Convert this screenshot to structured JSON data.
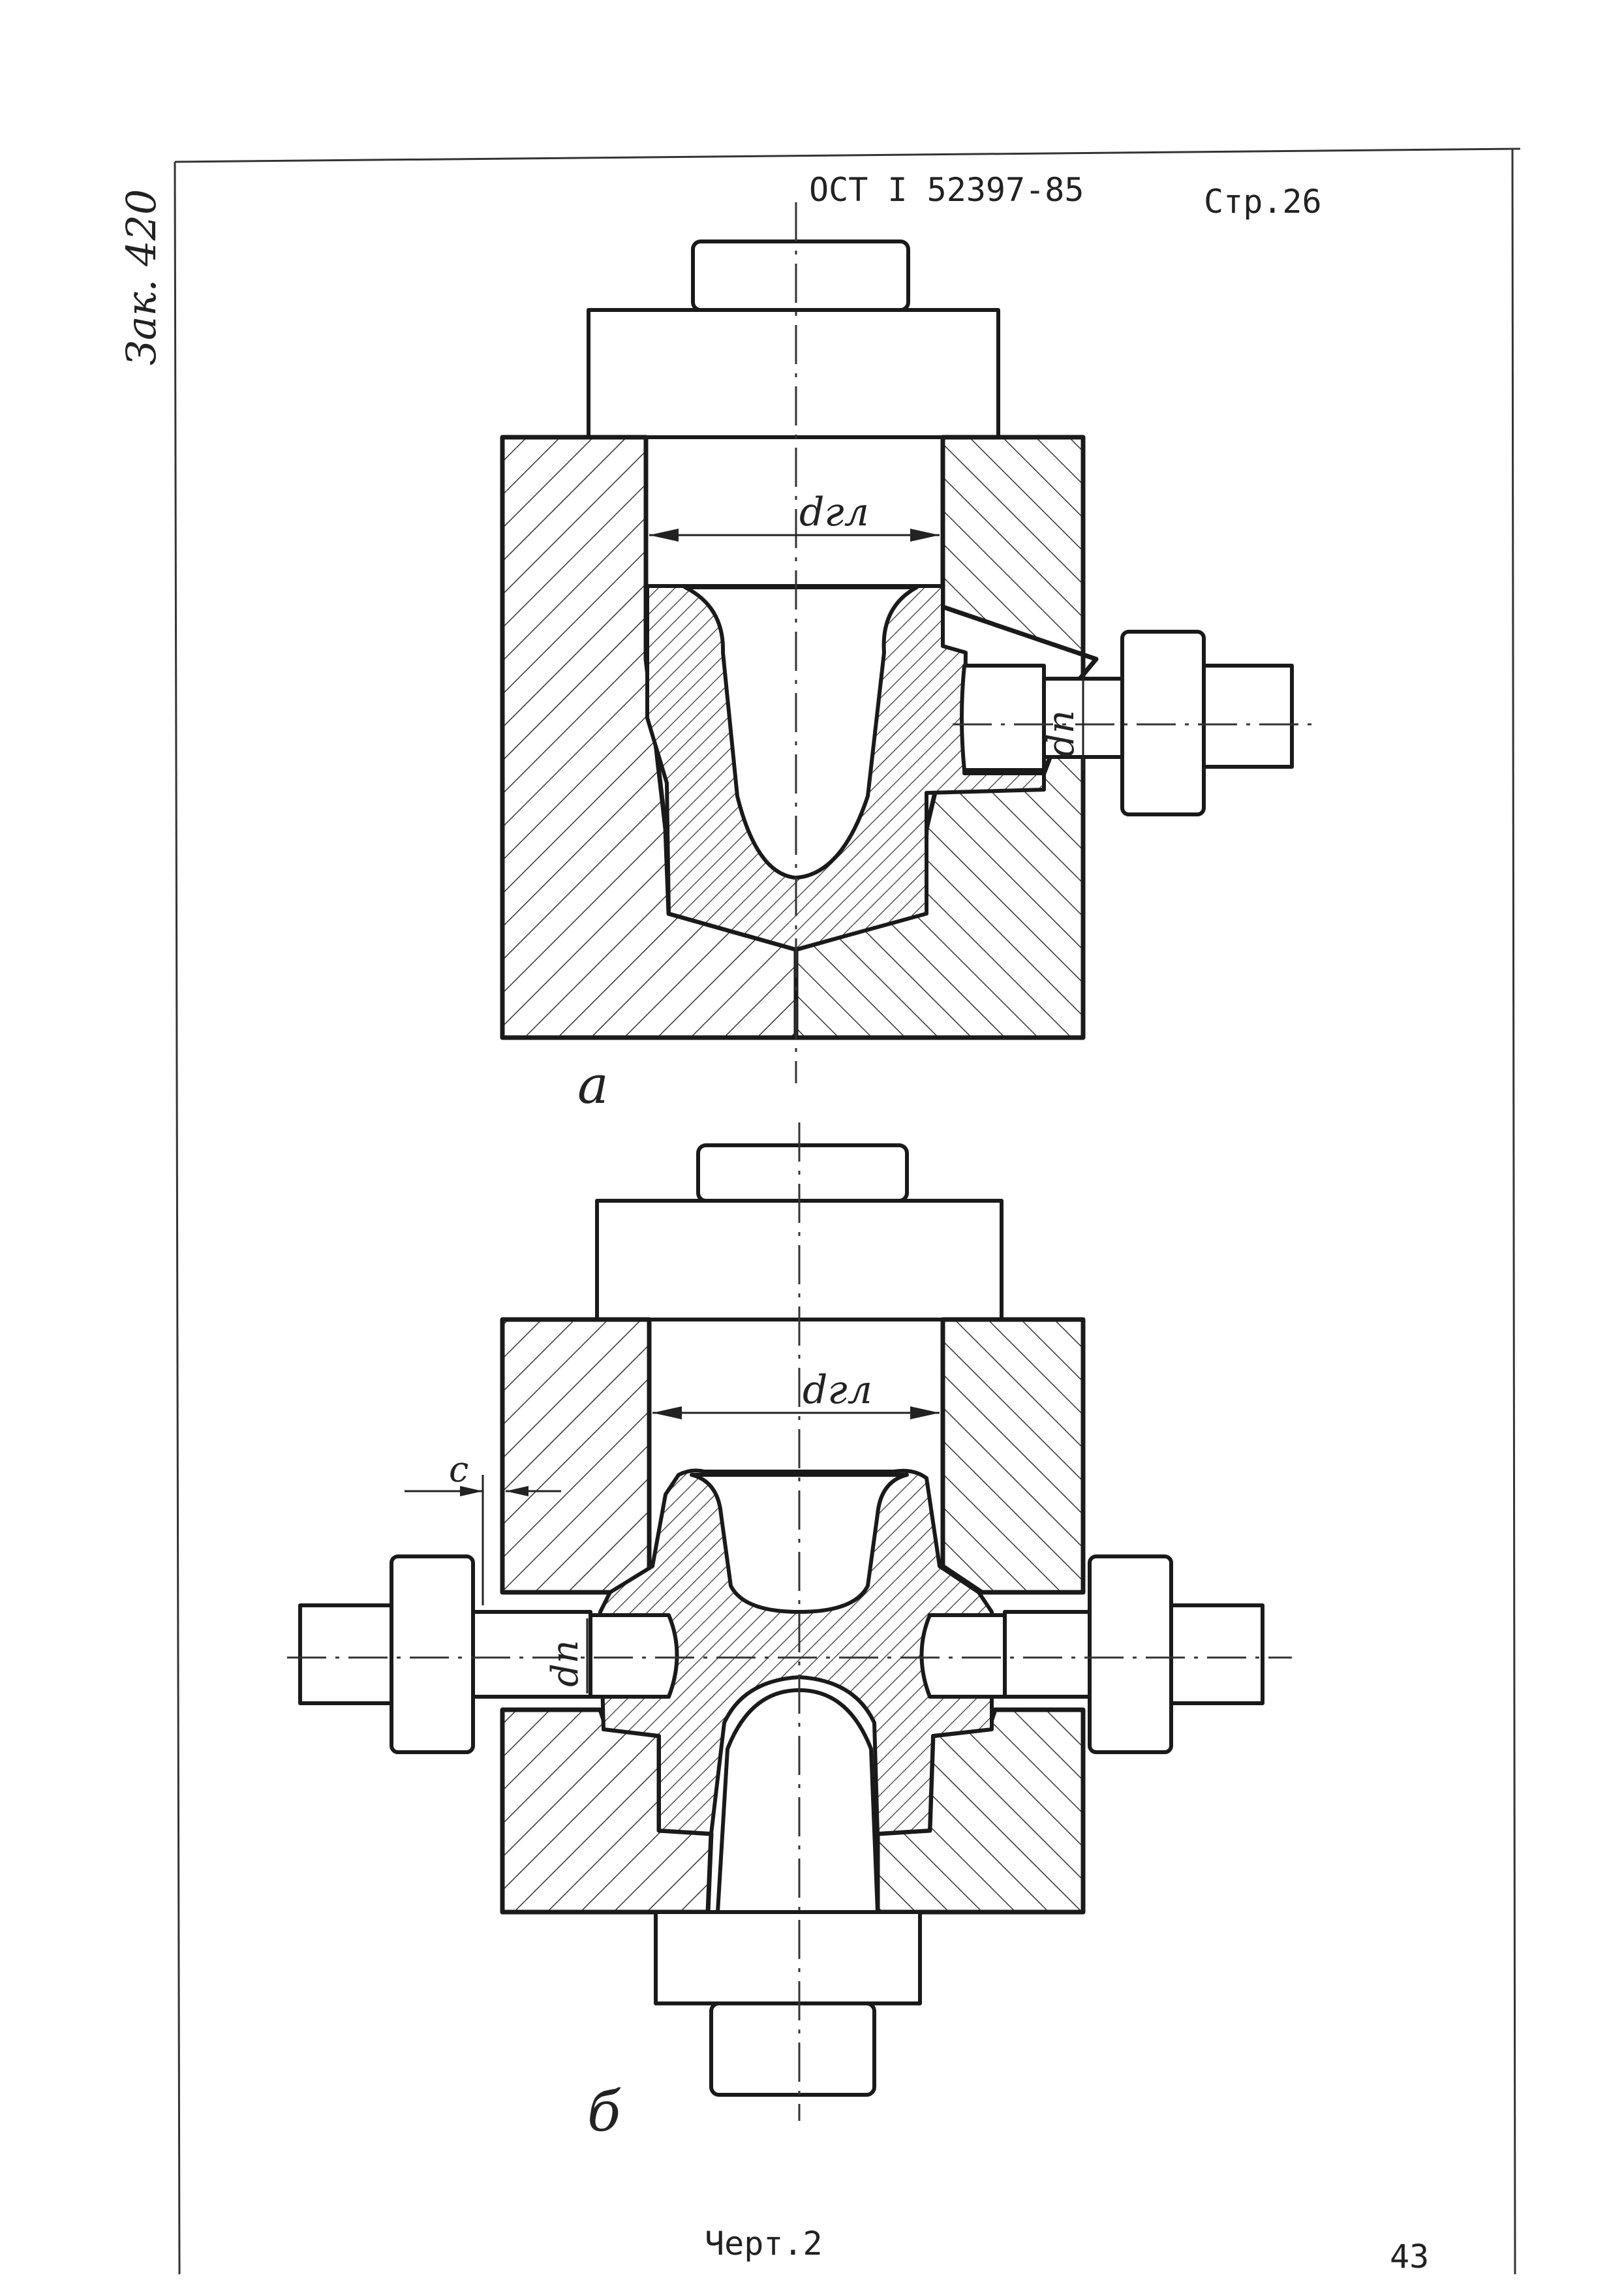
{
  "page": {
    "standard": "ОСТ I 52397-85",
    "page_label": "Стр.26",
    "side_note": "Зак. 420",
    "caption": "Черт.2",
    "page_number": "43"
  },
  "drawing_a": {
    "label": "а",
    "dim_die": "dгл",
    "dim_punch": "dп"
  },
  "drawing_b": {
    "label": "б",
    "dim_die": "dгл",
    "dim_punch": "dп",
    "dim_gap": "c"
  }
}
